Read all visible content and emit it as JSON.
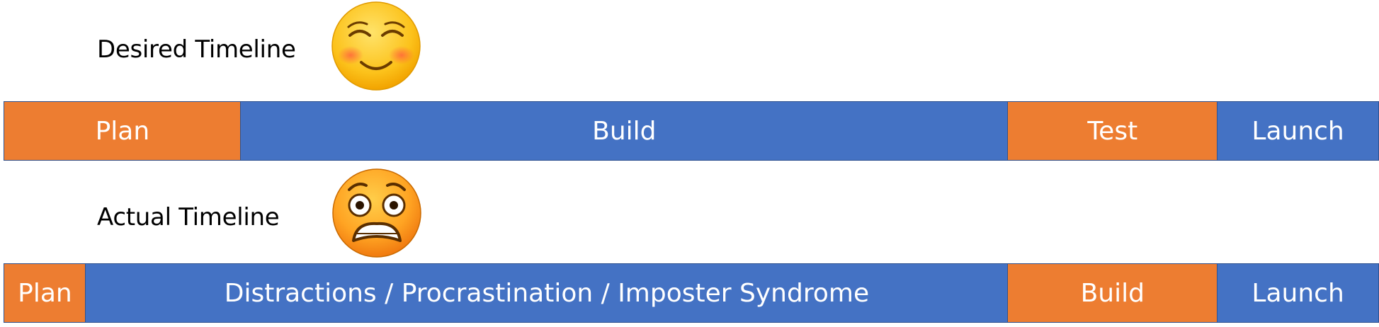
{
  "colors": {
    "orange": "#ed7d31",
    "blue": "#4472c4",
    "border": "#2f528f"
  },
  "desired": {
    "label": "Desired Timeline",
    "emoji_icon": "smiling-face-with-blush-icon",
    "segments": [
      {
        "label": "Plan",
        "color": "orange"
      },
      {
        "label": "Build",
        "color": "blue"
      },
      {
        "label": "Test",
        "color": "orange"
      },
      {
        "label": "Launch",
        "color": "blue"
      }
    ]
  },
  "actual": {
    "label": "Actual Timeline",
    "emoji_icon": "anxious-face-icon",
    "segments": [
      {
        "label": "Plan",
        "color": "orange"
      },
      {
        "label": "Distractions / Procrastination / Imposter Syndrome",
        "color": "blue"
      },
      {
        "label": "Build",
        "color": "orange"
      },
      {
        "label": "Launch",
        "color": "blue"
      }
    ]
  }
}
